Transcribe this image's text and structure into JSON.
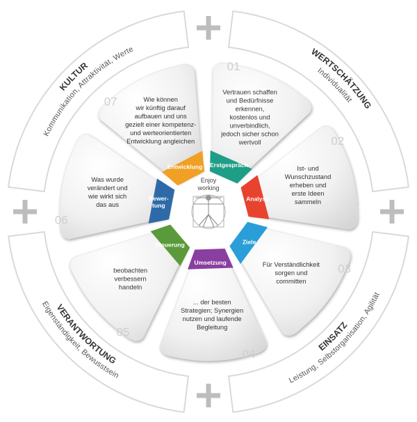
{
  "quadrants": [
    {
      "key": "kultur",
      "title": "KULTUR",
      "subtitle": "Kommunikation, Attraktivität, Werte"
    },
    {
      "key": "wertschaetzung",
      "title": "WERTSCHÄTZUNG",
      "subtitle": "Individualität"
    },
    {
      "key": "einsatz",
      "title": "EINSATZ",
      "subtitle": "Leistung, Selbstorganisation, Agilität"
    },
    {
      "key": "verantwortung",
      "title": "VERANTWORTUNG",
      "subtitle": "Eigenständigkeit, Bewusstsein"
    }
  ],
  "plus_symbol": "+",
  "steps": [
    {
      "number": "01",
      "tab": "Erstgespräch",
      "color": "#1e9e86",
      "lines": [
        "Vertrauen schaffen",
        "und Bedürfnisse",
        "erkennen,",
        "kostenlos und",
        "unverbindlich,",
        "jedoch sicher schon",
        "wertvoll"
      ]
    },
    {
      "number": "02",
      "tab": "Analyse",
      "color": "#e8432e",
      "lines": [
        "Ist- und",
        "Wunschzustand",
        "erheben und",
        "erste Ideen",
        "sammeln"
      ]
    },
    {
      "number": "03",
      "tab": "Ziele",
      "color": "#2a9ed8",
      "lines": [
        "Für Verständlichkeit",
        "sorgen und",
        "committen"
      ]
    },
    {
      "number": "04",
      "tab": "Umsetzung",
      "color": "#8a3ea0",
      "lines": [
        "... der besten",
        "Strategien; Synergien",
        "nutzen und laufende",
        "Begleitung"
      ]
    },
    {
      "number": "05",
      "tab": "Steuerung",
      "color": "#5a9a3a",
      "lines": [
        "beobachten",
        "verbessern",
        "handeln"
      ]
    },
    {
      "number": "06",
      "tab_lines": [
        "Bewer-",
        "tung"
      ],
      "color": "#2f6aa8",
      "lines": [
        "Was wurde",
        "verändert und",
        "wie wirkt sich",
        "das aus"
      ]
    },
    {
      "number": "07",
      "tab": "Entwicklung",
      "color": "#f0a024",
      "lines": [
        "Wie können",
        "wir künftig darauf",
        "aufbauen und uns",
        "gezielt einer kompetenz-",
        "und werteorientierten",
        "Entwicklung angleichen"
      ]
    }
  ],
  "center": {
    "lines": [
      "Enjoy",
      "working"
    ]
  },
  "colors": {
    "ring": "#ffffff",
    "ring_stroke": "#d9d9d9",
    "petal_light": "#f7f7f7",
    "petal_dark": "#dcdcdc",
    "plus": "#bdbdbd"
  }
}
